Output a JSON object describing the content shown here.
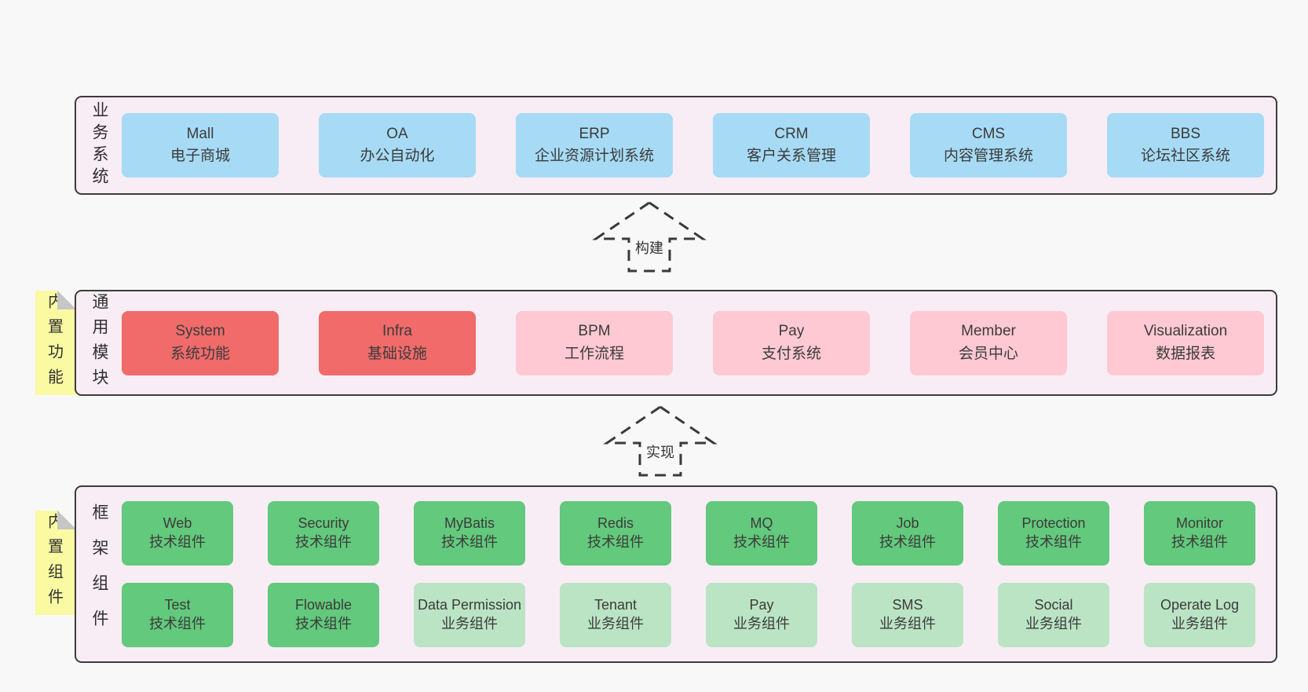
{
  "palette": {
    "page_bg": "#f8f8f8",
    "panel_bg": "#f8edf5",
    "panel_border": "#3c3c3c",
    "blue_box": "#a7dbf5",
    "red_box": "#f16b6b",
    "pink_box": "#fec9d3",
    "green_box": "#63c97c",
    "light_green_box": "#bbe4c5",
    "tag_bg": "#fafaa3",
    "tag_fold": "#c6c6c6",
    "text": "#3b3b3b"
  },
  "arrows": [
    {
      "label": "构建"
    },
    {
      "label": "实现"
    }
  ],
  "layers": {
    "business": {
      "side_label": "业务系统",
      "boxes": [
        {
          "title": "Mall",
          "subtitle": "电子商城",
          "variant": "blue"
        },
        {
          "title": "OA",
          "subtitle": "办公自动化",
          "variant": "blue"
        },
        {
          "title": "ERP",
          "subtitle": "企业资源计划系统",
          "variant": "blue"
        },
        {
          "title": "CRM",
          "subtitle": "客户关系管理",
          "variant": "blue"
        },
        {
          "title": "CMS",
          "subtitle": "内容管理系统",
          "variant": "blue"
        },
        {
          "title": "BBS",
          "subtitle": "论坛社区系统",
          "variant": "blue"
        }
      ]
    },
    "modules": {
      "tag": "内置功能",
      "side_label": "通用模块",
      "boxes": [
        {
          "title": "System",
          "subtitle": "系统功能",
          "variant": "red"
        },
        {
          "title": "Infra",
          "subtitle": "基础设施",
          "variant": "red"
        },
        {
          "title": "BPM",
          "subtitle": "工作流程",
          "variant": "pink"
        },
        {
          "title": "Pay",
          "subtitle": "支付系统",
          "variant": "pink"
        },
        {
          "title": "Member",
          "subtitle": "会员中心",
          "variant": "pink"
        },
        {
          "title": "Visualization",
          "subtitle": "数据报表",
          "variant": "pink"
        }
      ]
    },
    "components": {
      "tag": "内置组件",
      "side_label": "框架组件",
      "row1": [
        {
          "title": "Web",
          "subtitle": "技术组件",
          "variant": "green"
        },
        {
          "title": "Security",
          "subtitle": "技术组件",
          "variant": "green"
        },
        {
          "title": "MyBatis",
          "subtitle": "技术组件",
          "variant": "green"
        },
        {
          "title": "Redis",
          "subtitle": "技术组件",
          "variant": "green"
        },
        {
          "title": "MQ",
          "subtitle": "技术组件",
          "variant": "green"
        },
        {
          "title": "Job",
          "subtitle": "技术组件",
          "variant": "green"
        },
        {
          "title": "Protection",
          "subtitle": "技术组件",
          "variant": "green"
        },
        {
          "title": "Monitor",
          "subtitle": "技术组件",
          "variant": "green"
        }
      ],
      "row2": [
        {
          "title": "Test",
          "subtitle": "技术组件",
          "variant": "green"
        },
        {
          "title": "Flowable",
          "subtitle": "技术组件",
          "variant": "green"
        },
        {
          "title": "Data Permission",
          "subtitle": "业务组件",
          "variant": "lightgreen"
        },
        {
          "title": "Tenant",
          "subtitle": "业务组件",
          "variant": "lightgreen"
        },
        {
          "title": "Pay",
          "subtitle": "业务组件",
          "variant": "lightgreen"
        },
        {
          "title": "SMS",
          "subtitle": "业务组件",
          "variant": "lightgreen"
        },
        {
          "title": "Social",
          "subtitle": "业务组件",
          "variant": "lightgreen"
        },
        {
          "title": "Operate Log",
          "subtitle": "业务组件",
          "variant": "lightgreen"
        }
      ]
    }
  }
}
